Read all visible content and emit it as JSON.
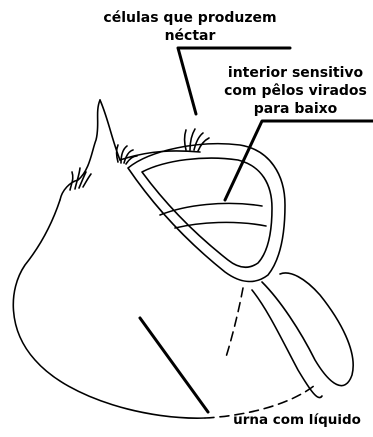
{
  "figure": {
    "labels": {
      "nectar_cells": [
        "células que produzem",
        "néctar"
      ],
      "interior": [
        "interior sensitivo",
        "com pêlos virados",
        "para baixo"
      ],
      "urn": "urna com líquido"
    }
  }
}
